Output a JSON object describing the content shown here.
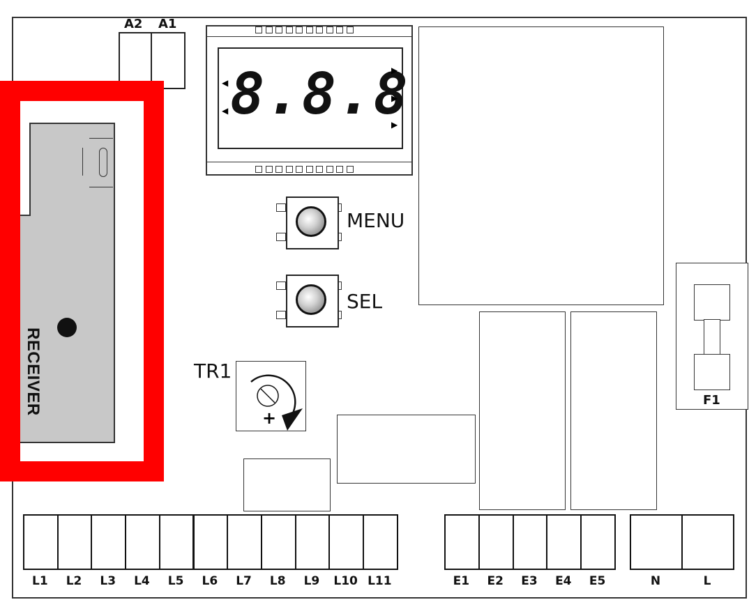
{
  "lcd": {
    "digits": "8.8.8.8"
  },
  "connectors": {
    "a2": "A2",
    "a1": "A1"
  },
  "buttons": {
    "menu": "MENU",
    "sel": "SEL"
  },
  "trimmer": {
    "label": "TR1",
    "plus": "+"
  },
  "receiver": {
    "label": "RECEIVER"
  },
  "fuse": {
    "label": "F1"
  },
  "terminals_l": [
    "L1",
    "L2",
    "L3",
    "L4",
    "L5",
    "L6",
    "L7",
    "L8",
    "L9",
    "L10",
    "L11"
  ],
  "terminals_e": [
    "E1",
    "E2",
    "E3",
    "E4",
    "E5"
  ],
  "terminals_power": [
    "N",
    "L"
  ],
  "colors": {
    "highlight": "#ff0000",
    "receiver_fill": "#c8c8c8"
  }
}
